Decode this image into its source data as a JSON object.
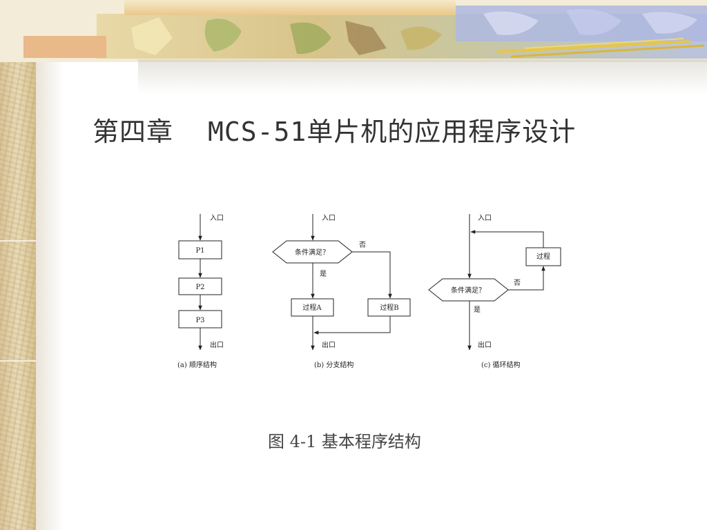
{
  "slide": {
    "title_chapter": "第四章",
    "title_main": "MCS-51单片机的应用程序设计",
    "figure_caption": "图 4-1  基本程序结构"
  },
  "diagram_a": {
    "entry": "入口",
    "p1": "P1",
    "p2": "P2",
    "p3": "P3",
    "exit": "出口",
    "label": "(a)  顺序结构"
  },
  "diagram_b": {
    "entry": "入口",
    "condition": "条件满足？",
    "no": "否",
    "yes": "是",
    "process_a": "过程A",
    "process_b": "过程B",
    "exit": "出口",
    "label": "(b)  分支结构"
  },
  "diagram_c": {
    "entry": "入口",
    "process": "过程",
    "no": "否",
    "condition": "条件满足？",
    "yes": "是",
    "exit": "出口",
    "label": "(c)  循环结构"
  }
}
